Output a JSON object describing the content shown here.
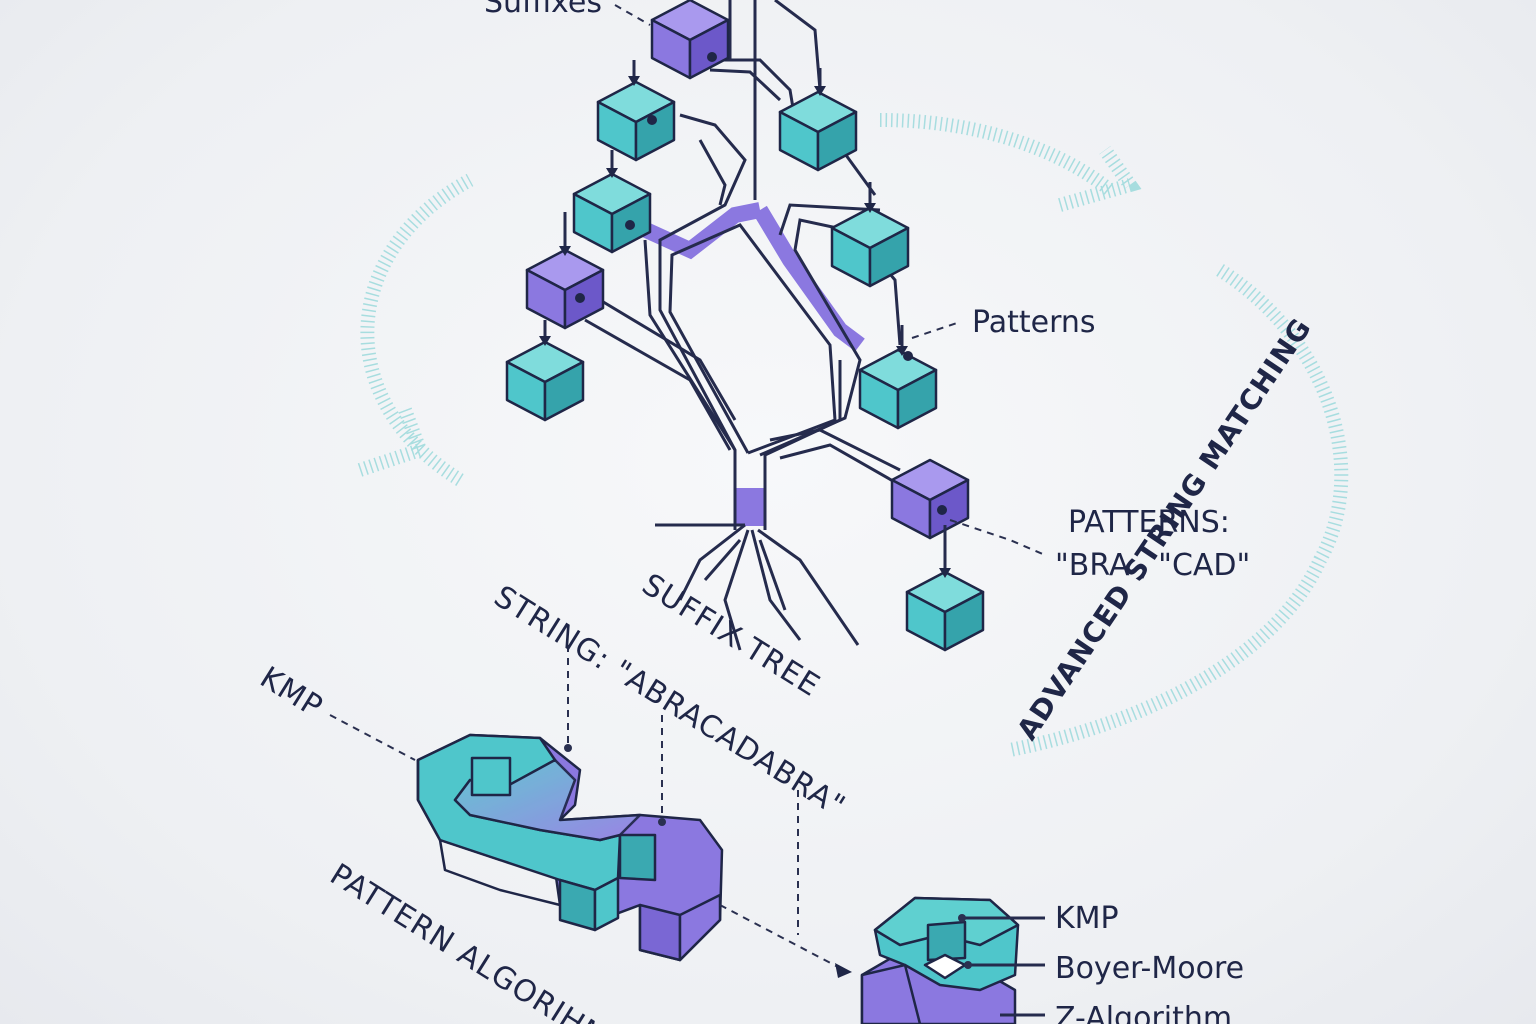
{
  "labels": {
    "suffixes": "Suffixes",
    "patterns": "Patterns",
    "patterns_list_line1": "PATTERNS:",
    "patterns_list_line2": "\"BRA , \"CAD\"",
    "suffix_tree": "SUFFIX TREE",
    "string": "STRING: \"ABRACADABRA\"",
    "kmp_top": "KMP",
    "advanced": "ADVANCED STRING MATCHING",
    "pattern_algorithms": "PATTERN ALGORIHMS",
    "algo_1": "KMP",
    "algo_2": "Boyer-Moore",
    "algo_3": "Z-Algorithm"
  },
  "colors": {
    "teal": "#4fc6cb",
    "purple": "#8b78e0",
    "ink": "#1f2647",
    "dots": "#7fd0d3"
  },
  "icons": {
    "node": "isometric-cube",
    "link": "chain-link"
  }
}
